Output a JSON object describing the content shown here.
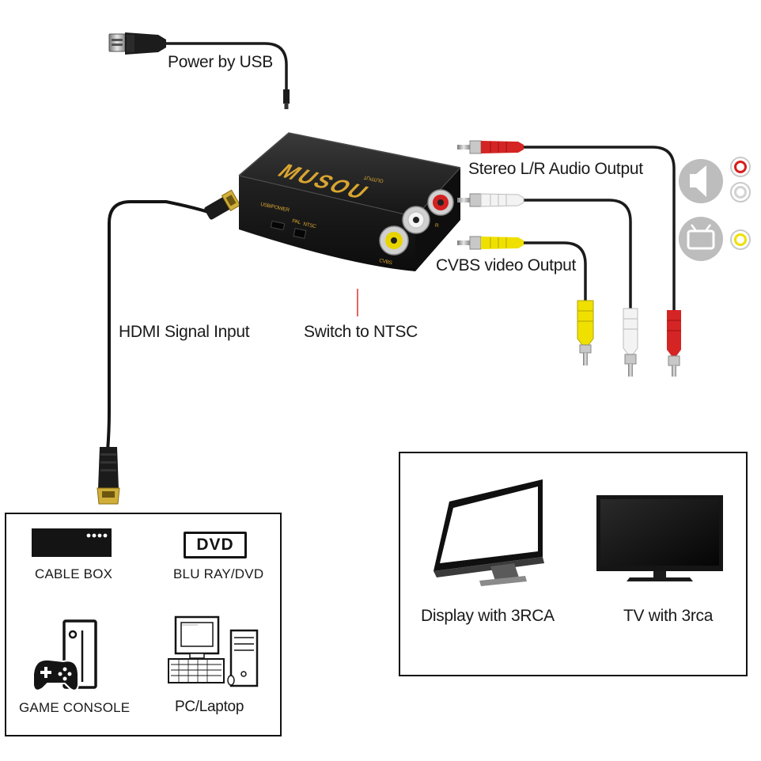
{
  "annotations": {
    "power": "Power by USB",
    "audio": "Stereo L/R Audio Output",
    "video": "CVBS video Output",
    "hdmi": "HDMI Signal Input",
    "switch": "Switch to NTSC"
  },
  "device": {
    "brand": "MUSOU",
    "port_usb": "USB/POWER",
    "port_pal": "PAL",
    "port_ntsc": "NTSC",
    "port_cvbs": "CVBS",
    "port_output": "OUTPUT",
    "port_r": "R"
  },
  "sources": {
    "cable_box": "CABLE BOX",
    "dvd_badge": "DVD",
    "blu_ray": "BLU RAY/DVD",
    "game_console": "GAME CONSOLE",
    "pc": "PC/Laptop"
  },
  "displays": {
    "display": "Display with 3RCA",
    "tv": "TV with 3rca"
  },
  "colors": {
    "audio_left": "#ffffff",
    "audio_right": "#d81e1e",
    "video": "#f2e000",
    "device_body": "#1c1c1c",
    "brand_text": "#d9a531"
  },
  "icons": [
    "usb-plug-icon",
    "hdmi-plug-icon",
    "rca-plug-icon",
    "speaker-icon",
    "tv-icon",
    "monitor-icon",
    "gamepad-icon",
    "pc-icon"
  ]
}
